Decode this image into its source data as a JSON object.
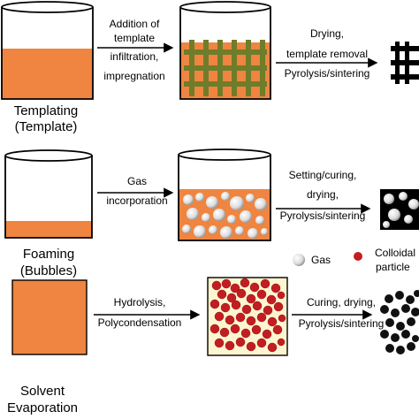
{
  "rows": {
    "templating": {
      "title_line1": "Templating",
      "title_line2": "(Template)",
      "step1_lines": [
        "Addition of",
        "template",
        "infiltration,",
        "impregnation"
      ],
      "step2_lines": [
        "Drying,",
        "template removal",
        "Pyrolysis/sintering"
      ]
    },
    "foaming": {
      "title_line1": "Foaming",
      "title_line2": "(Bubbles)",
      "step1_lines": [
        "Gas",
        "incorporation"
      ],
      "step2_lines": [
        "Setting/curing,",
        "drying,",
        "Pyrolysis/sintering"
      ]
    },
    "solvent": {
      "title_line1": "Solvent",
      "title_line2": "Evaporation",
      "step1_lines": [
        "Hydrolysis,",
        "Polycondensation"
      ],
      "step2_lines": [
        "Curing, drying,",
        "Pyrolysis/sintering"
      ]
    }
  },
  "legend": {
    "gas_label": "Gas",
    "colloid_label_line1": "Colloidal",
    "colloid_label_line2": "particle"
  },
  "colors": {
    "slurry_orange": "#ef8540",
    "template_green": "#6f7d2a",
    "colloid_red": "#c31d22",
    "gas_white": "#e8e8e8",
    "product_black": "#000000"
  }
}
